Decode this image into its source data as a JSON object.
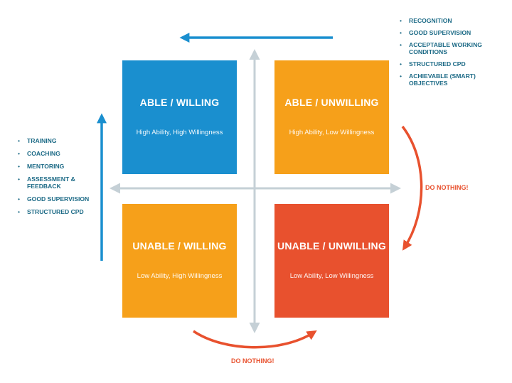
{
  "quadrants": {
    "top_left": {
      "title": "ABLE / WILLING",
      "subtitle": "High Ability, High Willingness",
      "color": "#1a8fcf"
    },
    "top_right": {
      "title": "ABLE / UNWILLING",
      "subtitle": "High Ability, Low Willingness",
      "color": "#f6a01a"
    },
    "bottom_left": {
      "title": "UNABLE / WILLING",
      "subtitle": "Low Ability, High Willingness",
      "color": "#f6a01a"
    },
    "bottom_right": {
      "title": "UNABLE / UNWILLING",
      "subtitle": "Low Ability, Low Willingness",
      "color": "#e8512e"
    }
  },
  "left_list": [
    "TRAINING",
    "COACHING",
    "MENTORING",
    "ASSESSMENT & FEEDBACK",
    "GOOD SUPERVISION",
    "STRUCTURED CPD"
  ],
  "right_list": [
    "RECOGNITION",
    "GOOD SUPERVISION",
    "ACCEPTABLE WORKING CONDITIONS",
    "STRUCTURED CPD",
    "ACHIEVABLE (SMART) OBJECTIVES"
  ],
  "annotations": {
    "right_curve": "DO NOTHING!",
    "bottom_curve": "DO NOTHING!"
  },
  "colors": {
    "axis": "#c5d0d6",
    "blue_arrow": "#1a8fcf",
    "orange_arrow": "#e8512e",
    "list_text": "#1c6a86"
  }
}
